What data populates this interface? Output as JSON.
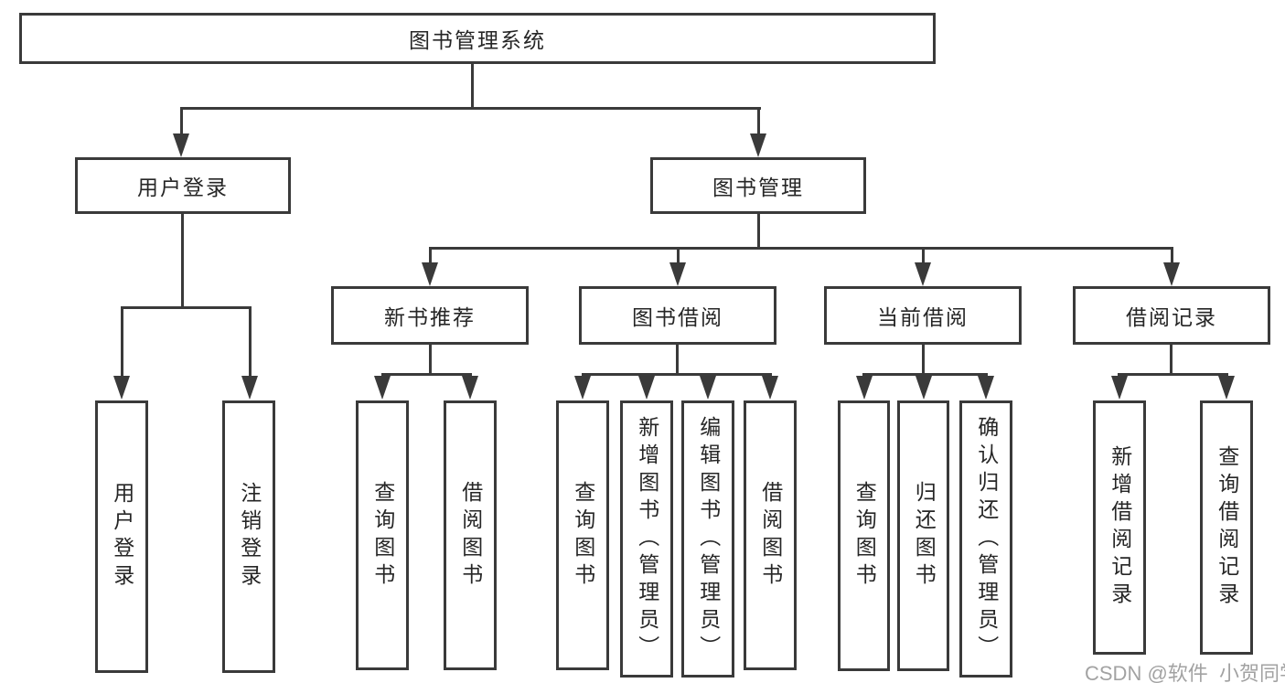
{
  "colors": {
    "line": "#3a3a3a",
    "text": "#262626",
    "background": "#ffffff",
    "watermark": "#9b9b9b"
  },
  "tree": {
    "root": {
      "label": "图书管理系统",
      "children": [
        {
          "label": "用户登录",
          "children": [
            {
              "label": "用户登录"
            },
            {
              "label": "注销登录"
            }
          ]
        },
        {
          "label": "图书管理",
          "children": [
            {
              "label": "新书推荐",
              "children": [
                {
                  "label": "查询图书"
                },
                {
                  "label": "借阅图书"
                }
              ]
            },
            {
              "label": "图书借阅",
              "children": [
                {
                  "label": "查询图书"
                },
                {
                  "label": "新增图书（管理员）"
                },
                {
                  "label": "编辑图书（管理员）"
                },
                {
                  "label": "借阅图书"
                }
              ]
            },
            {
              "label": "当前借阅",
              "children": [
                {
                  "label": "查询图书"
                },
                {
                  "label": "归还图书"
                },
                {
                  "label": "确认归还（管理员）"
                }
              ]
            },
            {
              "label": "借阅记录",
              "children": [
                {
                  "label": "新增借阅记录"
                },
                {
                  "label": "查询借阅记录"
                }
              ]
            }
          ]
        }
      ]
    }
  },
  "watermark": {
    "text": "CSDN @软件_小贺同学"
  }
}
